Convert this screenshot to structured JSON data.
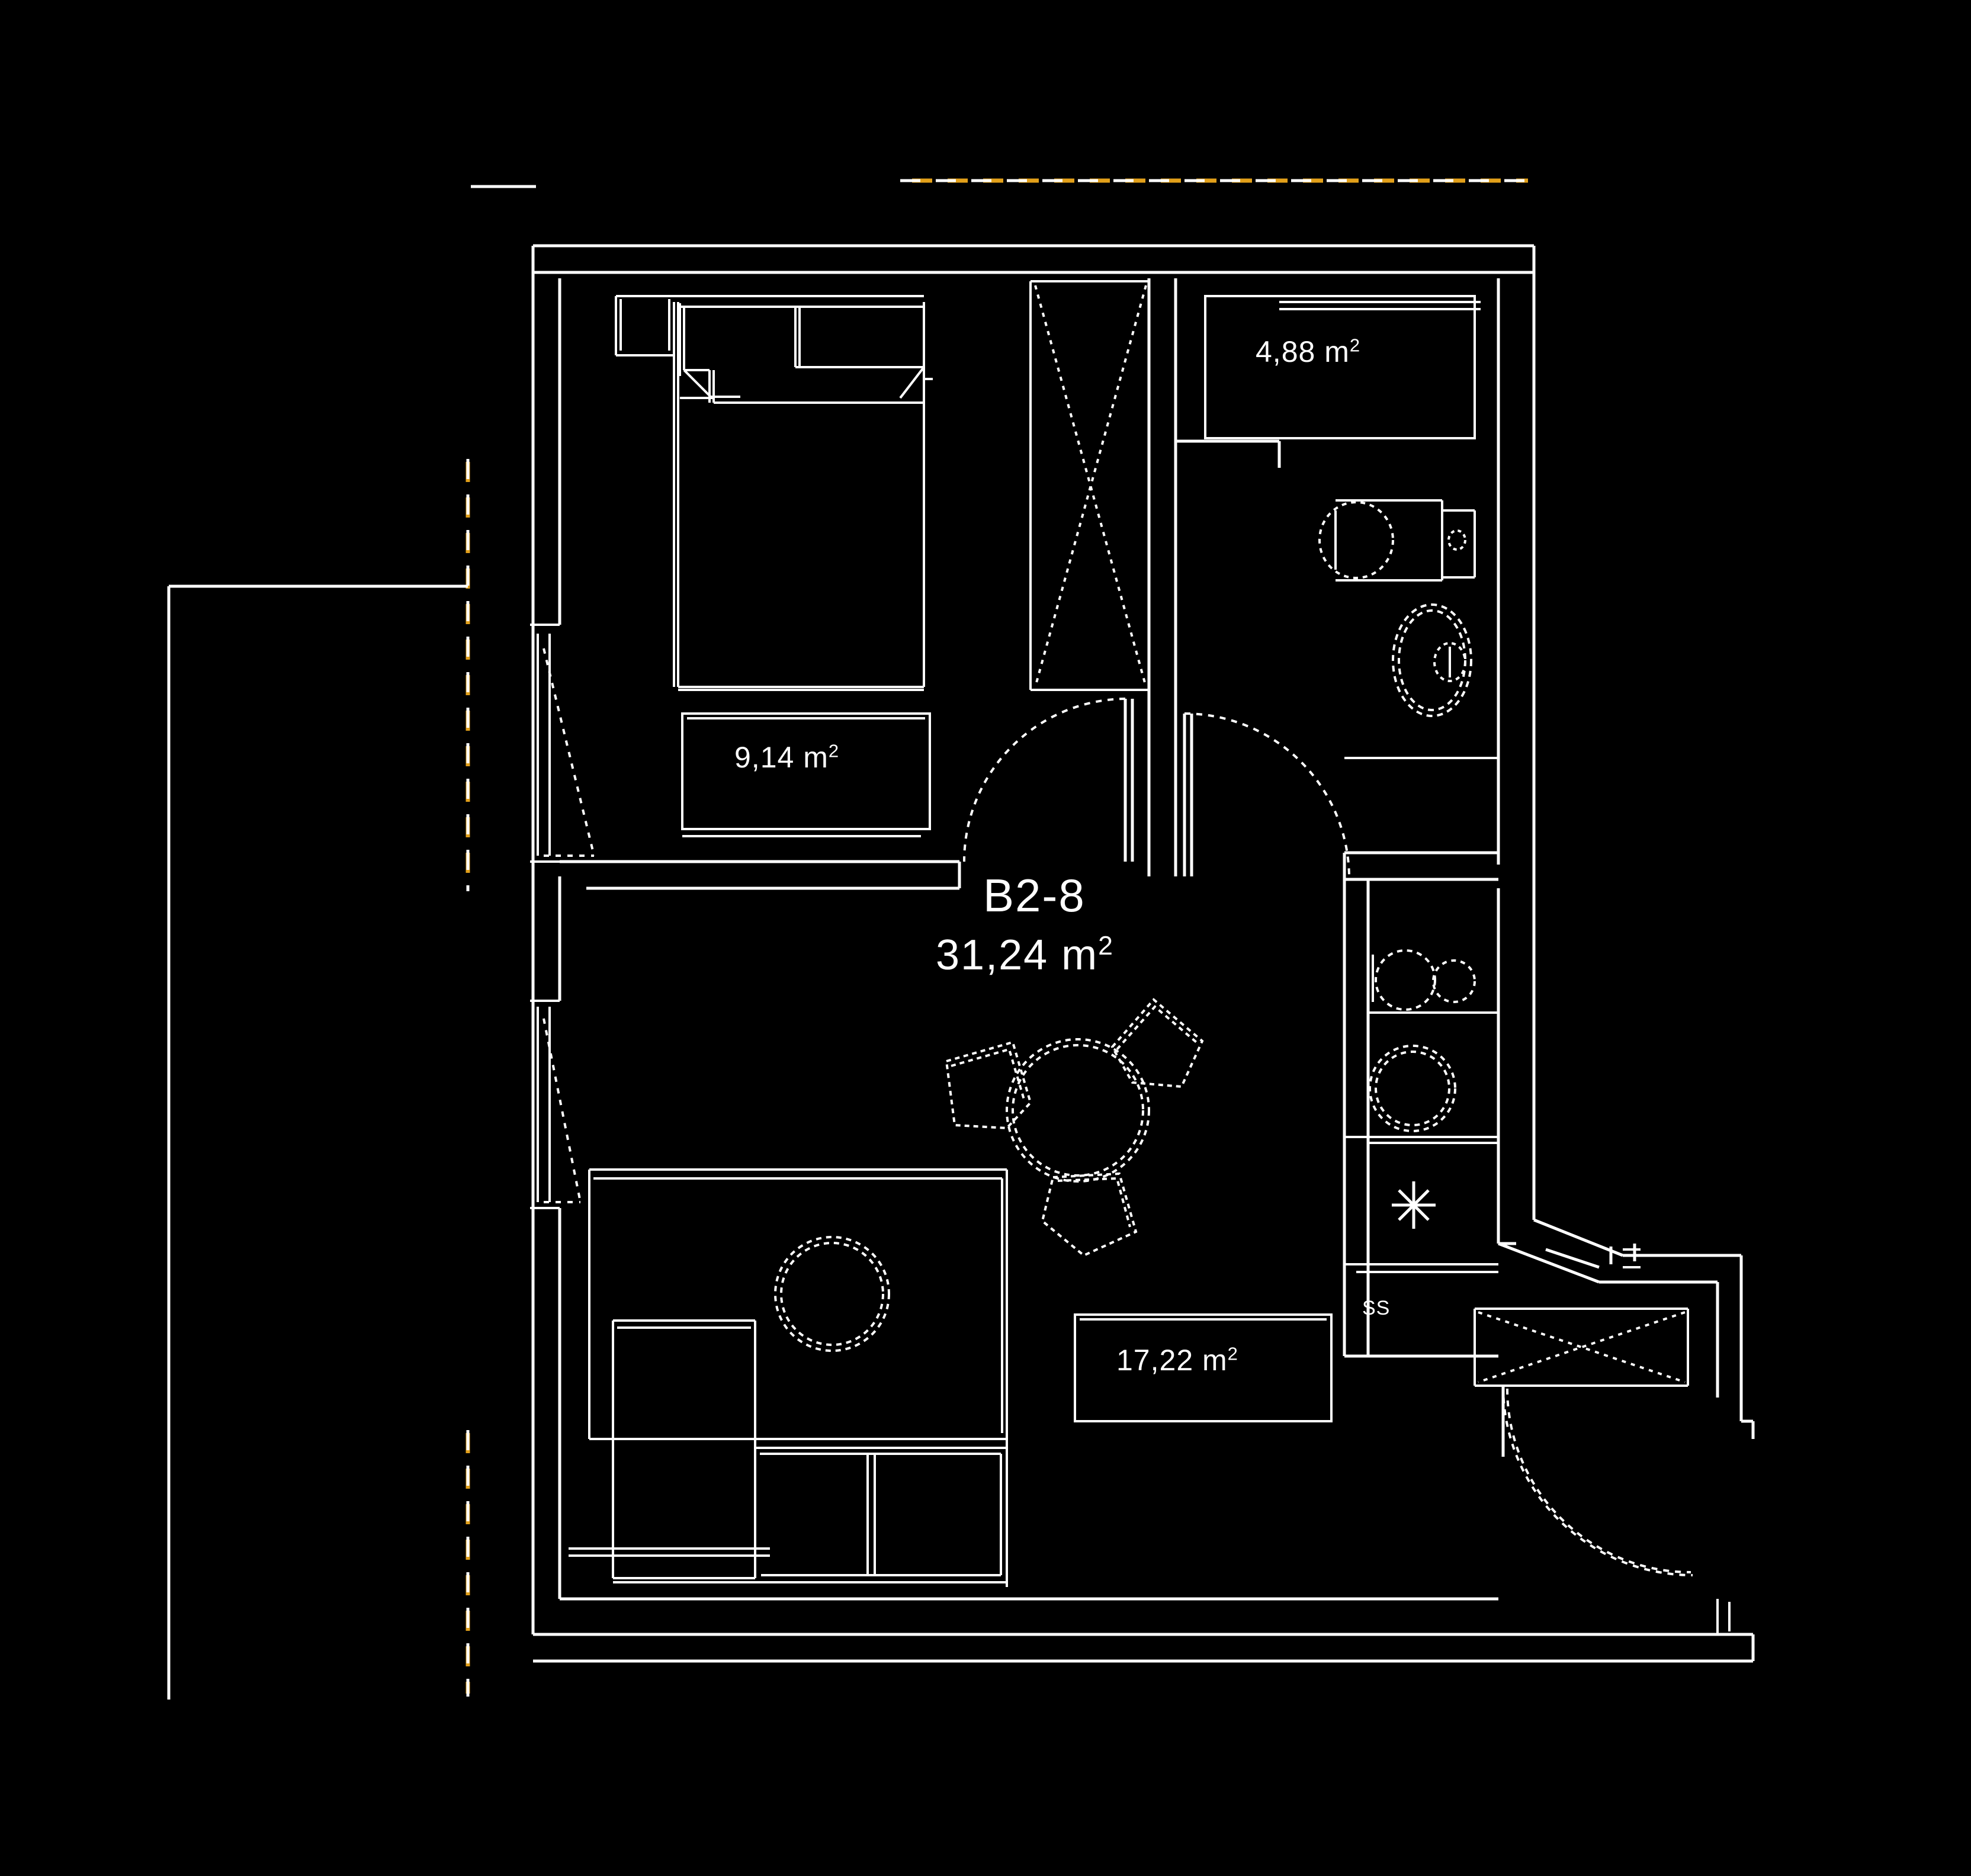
{
  "plan": {
    "unit_label": "B2-8",
    "unit_area": "31,24 m",
    "unit_area_sup": "2",
    "background_color": "#000000",
    "line_color": "#ffffff",
    "boundary_color": "#e2a01a"
  },
  "rooms": [
    {
      "id": "bathroom",
      "name": "bathroom",
      "area_text": "4,88 m",
      "area_sup": "2"
    },
    {
      "id": "bedroom",
      "name": "bedroom",
      "area_text": "9,14 m",
      "area_sup": "2"
    },
    {
      "id": "living-kitchen",
      "name": "living-kitchen",
      "area_text": "17,22 m",
      "area_sup": "2"
    }
  ],
  "annotations": {
    "appliance_code": "SS"
  },
  "fixtures": {
    "bed": "bed",
    "nightstand_left": "nightstand",
    "nightstand_right": "nightstand",
    "wardrobe_bedroom": "wardrobe",
    "wardrobe_entry": "wardrobe",
    "toilet": "toilet",
    "washbasin": "washbasin",
    "shower": "shower",
    "kitchen_sink": "kitchen-sink",
    "hob": "hob",
    "washing_machine": "washing-machine",
    "fridge": "fridge",
    "dining_table": "dining-table",
    "dining_chairs": "dining-chairs",
    "sofa": "sofa",
    "armchair": "armchair",
    "coffee_table": "coffee-table",
    "entry_door": "entry-door",
    "bedroom_door": "bedroom-door",
    "bathroom_door": "bathroom-door",
    "window_upper": "window",
    "window_lower": "window",
    "balcony": "balcony"
  }
}
